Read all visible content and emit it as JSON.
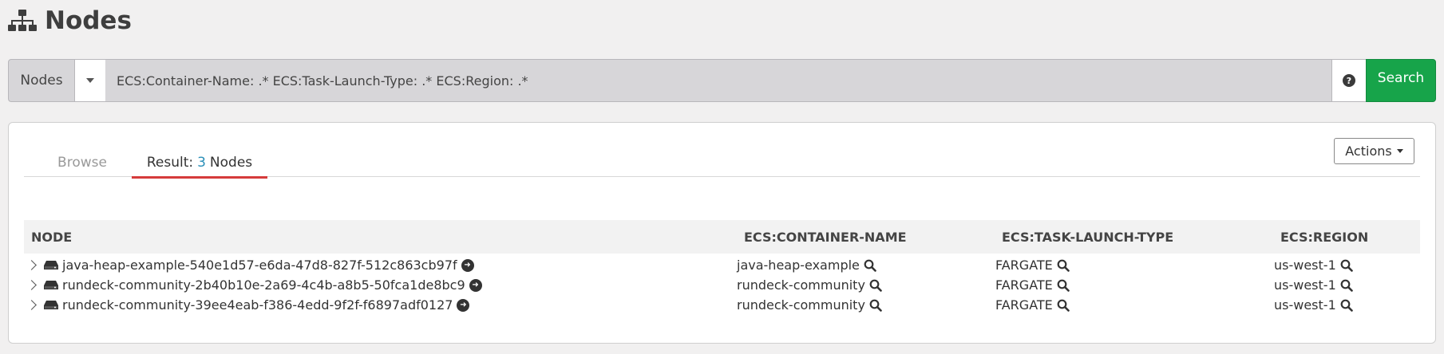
{
  "page": {
    "title": "Nodes",
    "title_icon": "sitemap-icon"
  },
  "filter": {
    "type_label": "Nodes",
    "query": "ECS:Container-Name: .* ECS:Task-Launch-Type: .* ECS:Region: .*",
    "help_icon": "question-circle-icon",
    "search_label": "Search"
  },
  "tabs": {
    "browse_label": "Browse",
    "result_prefix": "Result:",
    "result_count": "3",
    "result_suffix": "Nodes"
  },
  "actions_label": "Actions",
  "table": {
    "headers": [
      "NODE",
      "ECS:CONTAINER-NAME",
      "ECS:TASK-LAUNCH-TYPE",
      "ECS:REGION"
    ],
    "rows": [
      {
        "node": "java-heap-example-540e1d57-e6da-47d8-827f-512c863cb97f",
        "container": "java-heap-example",
        "launch": "FARGATE",
        "region": "us-west-1"
      },
      {
        "node": "rundeck-community-2b40b10e-2a69-4c4b-a8b5-50fca1de8bc9",
        "container": "rundeck-community",
        "launch": "FARGATE",
        "region": "us-west-1"
      },
      {
        "node": "rundeck-community-39ee4eab-f386-4edd-9f2f-f6897adf0127",
        "container": "rundeck-community",
        "launch": "FARGATE",
        "region": "us-west-1"
      }
    ]
  },
  "colors": {
    "search_button": "#17a44a",
    "active_tab_underline": "#d53b3b",
    "result_count": "#2a8fb8"
  }
}
